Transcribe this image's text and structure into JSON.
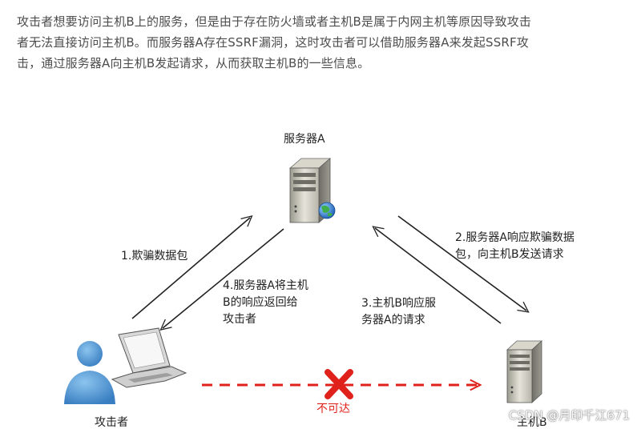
{
  "intro": {
    "lines": [
      "攻击者想要访问主机B上的服务，但是由于存在防火墙或者主机B是属于内网主机等原因导致攻击",
      "者无法直接访问主机B。而服务器A存在SSRF漏洞，这时攻击者可以借助服务器A来发起SSRF攻",
      "击，通过服务器A向主机B发起请求，从而获取主机B的一些信息。"
    ]
  },
  "diagram": {
    "server_a_label": "服务器A",
    "attacker_label": "攻击者",
    "host_b_label": "主机B",
    "blocked_label": "不可达",
    "step1": "1.欺骗数据包",
    "step2": [
      "2.服务器A响应欺骗数据",
      "包，向主机B发送请求"
    ],
    "step3": [
      "3.主机B响应服",
      "务器A的请求"
    ],
    "step4": [
      "4.服务器A将主机",
      "B的响应返回给",
      "攻击者"
    ],
    "colors": {
      "arrow": "#222222",
      "blocked": "#e0211b",
      "person": "#4a90d0"
    }
  },
  "watermark": "CSDN @月印千江671"
}
